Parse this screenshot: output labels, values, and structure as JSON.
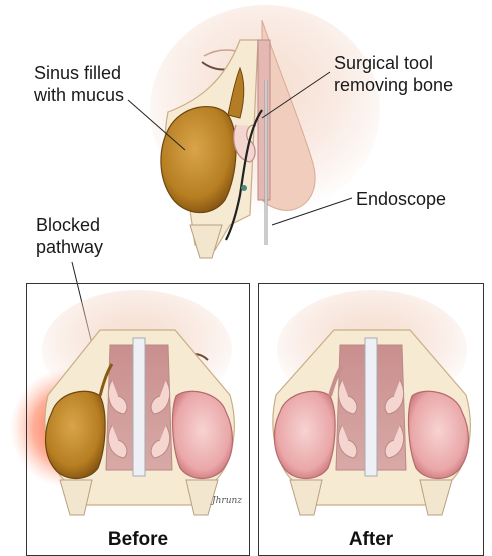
{
  "labels": {
    "sinus_filled": "Sinus filled\nwith mucus",
    "surgical_tool": "Surgical tool\nremoving bone",
    "endoscope": "Endoscope",
    "blocked_pathway": "Blocked\npathway"
  },
  "panels": {
    "before_caption": "Before",
    "after_caption": "After"
  },
  "signature": "Jhrunz",
  "colors": {
    "mucus": "#c8902a",
    "mucus_dark": "#8a5a12",
    "sinus_pink": "#e9a5a8",
    "tissue": "#f3dcd0",
    "bone": "#f6ead2",
    "skin": "#f2d3c3",
    "inflammation": "#ff6a45",
    "frame": "#333333"
  }
}
